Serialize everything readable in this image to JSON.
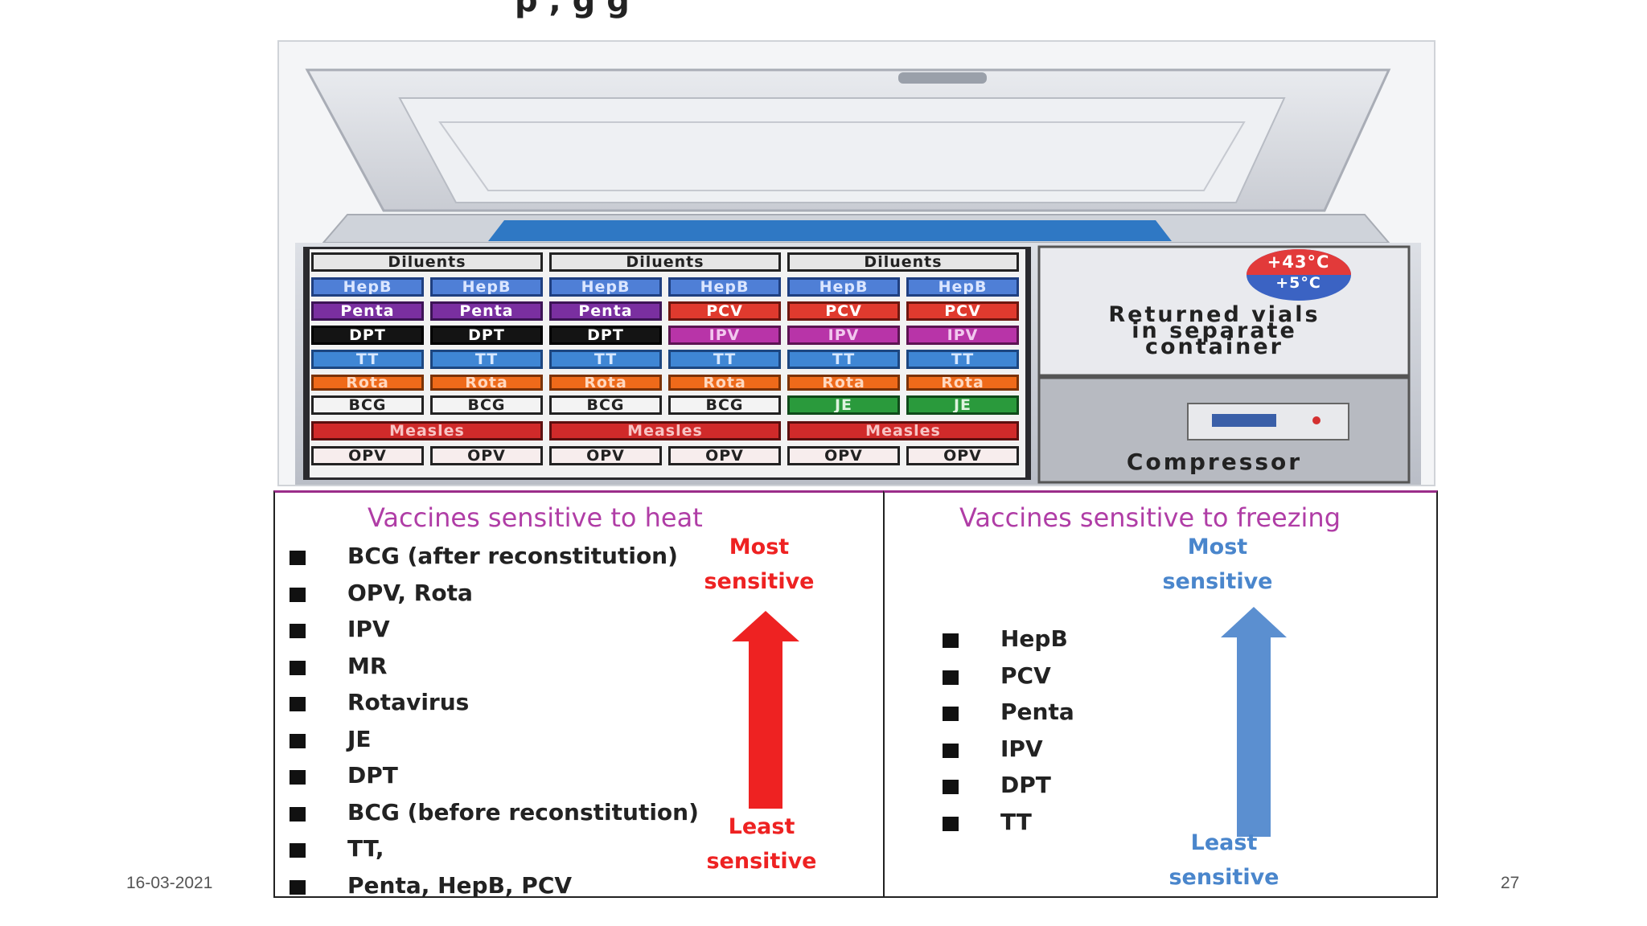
{
  "slide": {
    "title_fragment": "p                  , g           g",
    "date": "16-03-2021",
    "page_number": "27"
  },
  "freezer": {
    "compartment_rows": [
      [
        "Diluents",
        "Diluents",
        "Diluents"
      ],
      [
        "HepB",
        "HepB",
        "HepB",
        "HepB",
        "HepB",
        "HepB"
      ],
      [
        "Penta",
        "Penta",
        "Penta",
        "PCV",
        "PCV",
        "PCV"
      ],
      [
        "DPT",
        "DPT",
        "DPT",
        "IPV",
        "IPV",
        "IPV"
      ],
      [
        "TT",
        "TT",
        "TT",
        "TT",
        "TT",
        "TT"
      ],
      [
        "Rota",
        "Rota",
        "Rota",
        "Rota",
        "Rota",
        "Rota"
      ],
      [
        "BCG",
        "BCG",
        "BCG",
        "BCG",
        "JE",
        "JE"
      ],
      [
        "Measles",
        "Measles",
        "Measles"
      ],
      [
        "OPV",
        "OPV",
        "OPV",
        "OPV",
        "OPV",
        "OPV"
      ]
    ],
    "temp_high": "+43°C",
    "temp_low": "+5°C",
    "returned_vials": [
      "Returned vials",
      "in separate",
      "container"
    ],
    "compressor": "Compressor"
  },
  "heat": {
    "title": "Vaccines sensitive to heat",
    "items": [
      "BCG (after reconstitution)",
      "OPV, Rota",
      "IPV",
      "MR",
      "Rotavirus",
      "JE",
      "DPT",
      "BCG (before reconstitution)",
      "TT,",
      "Penta, HepB, PCV"
    ],
    "most_line1": "Most",
    "most_line2": "sensitive",
    "least_line1": "Least",
    "least_line2": "sensitive",
    "arrow_color": "#ee2222"
  },
  "freezing": {
    "title": "Vaccines sensitive to freezing",
    "items": [
      "HepB",
      "PCV",
      "Penta",
      "IPV",
      "DPT",
      "TT"
    ],
    "most_line1": "Most",
    "most_line2": "sensitive",
    "least_line1": "Least",
    "least_line2": "sensitive",
    "arrow_color": "#5b8fd0"
  },
  "colors": {
    "title_pink": "#b03da6",
    "heat_label_red": "#ee2222",
    "freeze_label_blue": "#4a86cc",
    "hepb_blue": "#4f7fd6",
    "penta_purple": "#7a2fa0",
    "pcv_red": "#e03a2e",
    "ipv_magenta": "#b834a8",
    "tt_blue": "#3f86d4",
    "rota_orange": "#ef6a1a",
    "je_green": "#2a9a3c",
    "measles_red": "#d02a2a"
  }
}
